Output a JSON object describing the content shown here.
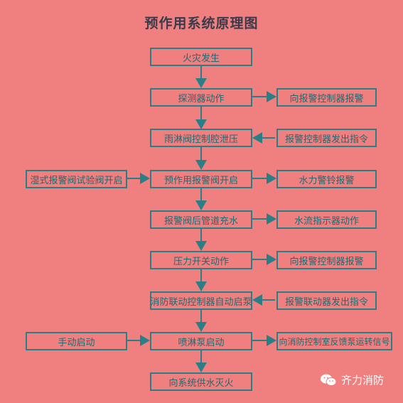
{
  "title": "预作用系统原理图",
  "center_column": [
    "火灾发生",
    "探测器动作",
    "雨淋阀控制腔泄压",
    "预作用报警阀开启",
    "报警阀后管道充水",
    "压力开关动作",
    "消防联动控制器自动启泵",
    "喷淋泵启动",
    "向系统供水灭火"
  ],
  "right_column": [
    "向报警控制器报警",
    "报警控制器发出指令",
    "水力警铃报警",
    "水流指示器动作",
    "向报警控制器报警",
    "报警联动器发出指令",
    "向消防控制室反馈泵运转信号"
  ],
  "left_column": [
    "湿式报警阀试验阀开启",
    "手动启动"
  ],
  "watermark": {
    "icon": "wechat-icon",
    "text": "齐力消防"
  },
  "colors": {
    "background": "#f07f80",
    "line": "#2a7f86",
    "text": "#1e6a70"
  }
}
